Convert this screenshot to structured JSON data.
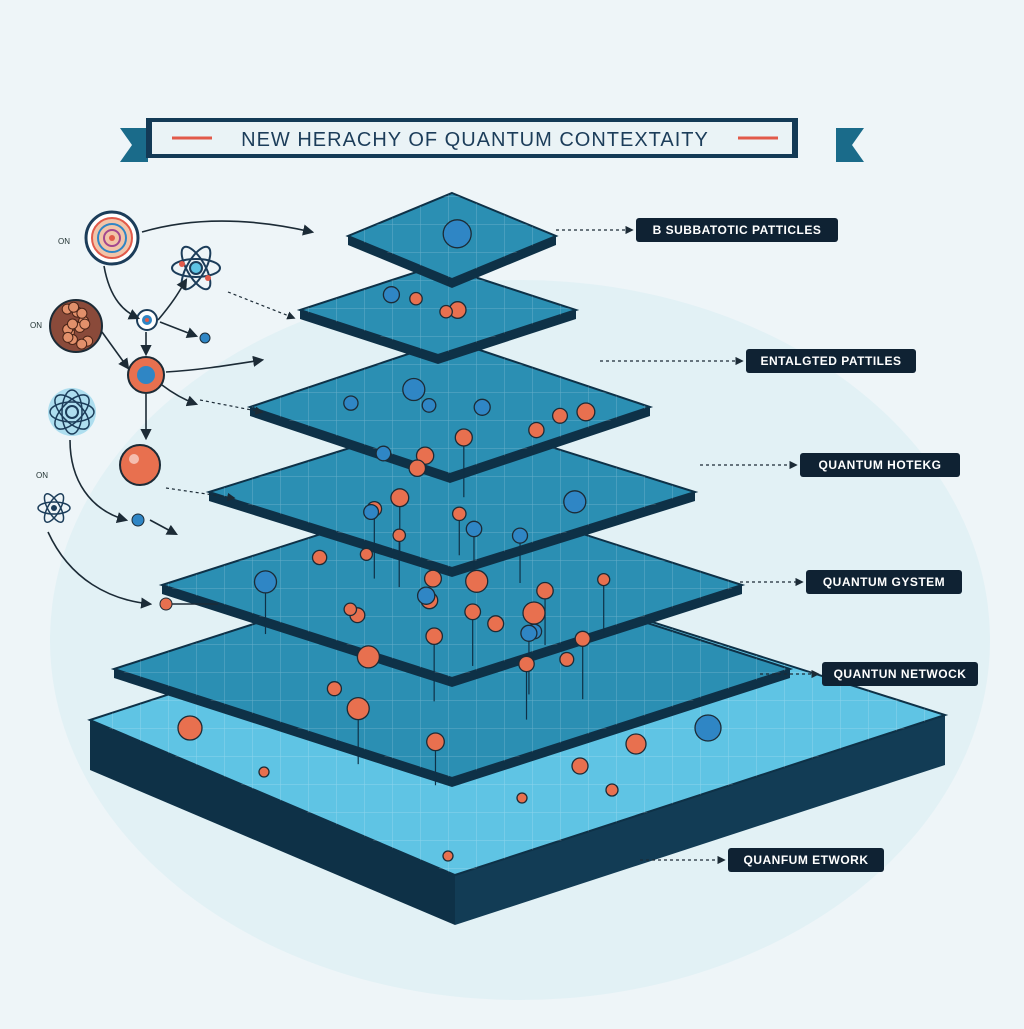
{
  "title": "NEW HERACHY OF QUANTUM CONTEXTAITY",
  "layer_labels": [
    "B SUBBATOTIC PATTICLES",
    "ENTALGTED PATTILES",
    "QUANTUM HOTEKG",
    "QUANTUM GYSTEM",
    "QUANTUN NETWOCK",
    "QUANFUM ETWORK"
  ],
  "side_marks": [
    "ON",
    "ON",
    "ON"
  ],
  "colors": {
    "navy": "#0e3147",
    "layer_fill": "#2b8fb3",
    "base_fill": "#5fc4e4",
    "particle": "#e8704f",
    "particle_blue": "#2f86c5",
    "banner": "#133a56",
    "banner_accent": "#e25a4a",
    "background": "#eef5f8"
  },
  "icons": [
    "spiral-orb-icon",
    "atom-icon",
    "molecule-cluster-icon",
    "flower-orbital-icon",
    "large-particle-icon",
    "small-atom-icon"
  ]
}
